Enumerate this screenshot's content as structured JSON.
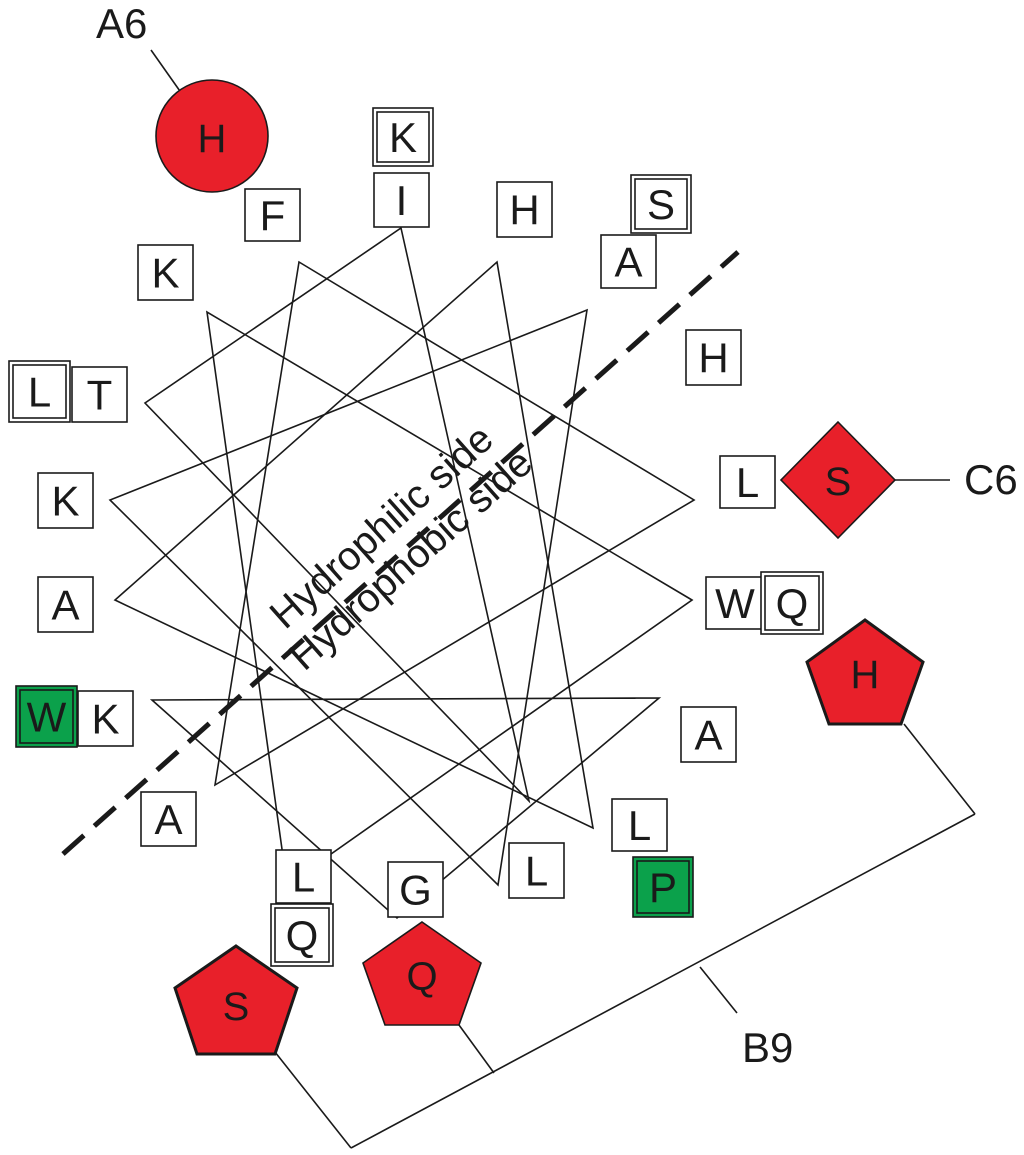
{
  "diagram": {
    "divider_labels": {
      "upper": "Hydrophilic side",
      "lower": "Hydrophobic side"
    },
    "residues": [
      {
        "name": "residue-K-top",
        "letter": "K",
        "style": "double"
      },
      {
        "name": "residue-I-top",
        "letter": "I",
        "style": "single"
      },
      {
        "name": "residue-F",
        "letter": "F",
        "style": "single"
      },
      {
        "name": "residue-H-top",
        "letter": "H",
        "style": "single"
      },
      {
        "name": "residue-S-top",
        "letter": "S",
        "style": "double"
      },
      {
        "name": "residue-A-top-right",
        "letter": "A",
        "style": "single"
      },
      {
        "name": "residue-K-upper-left",
        "letter": "K",
        "style": "single"
      },
      {
        "name": "residue-H-right",
        "letter": "H",
        "style": "single"
      },
      {
        "name": "residue-L-left",
        "letter": "L",
        "style": "double"
      },
      {
        "name": "residue-T-left",
        "letter": "T",
        "style": "single"
      },
      {
        "name": "residue-K-left",
        "letter": "K",
        "style": "single"
      },
      {
        "name": "residue-L-right",
        "letter": "L",
        "style": "single"
      },
      {
        "name": "residue-A-left",
        "letter": "A",
        "style": "single"
      },
      {
        "name": "residue-W-right",
        "letter": "W",
        "style": "single"
      },
      {
        "name": "residue-Q-right",
        "letter": "Q",
        "style": "double"
      },
      {
        "name": "residue-W-left",
        "letter": "W",
        "style": "green"
      },
      {
        "name": "residue-K-lower-left",
        "letter": "K",
        "style": "single"
      },
      {
        "name": "residue-A-lower-right",
        "letter": "A",
        "style": "single"
      },
      {
        "name": "residue-A-lower-left",
        "letter": "A",
        "style": "single"
      },
      {
        "name": "residue-L-lower-right",
        "letter": "L",
        "style": "single"
      },
      {
        "name": "residue-P",
        "letter": "P",
        "style": "green"
      },
      {
        "name": "residue-L-bottom-right",
        "letter": "L",
        "style": "single"
      },
      {
        "name": "residue-L-bottom-left",
        "letter": "L",
        "style": "single"
      },
      {
        "name": "residue-G",
        "letter": "G",
        "style": "single"
      },
      {
        "name": "residue-Q-bottom",
        "letter": "Q",
        "style": "double"
      }
    ],
    "markers": [
      {
        "name": "marker-circle-H",
        "shape": "circle",
        "letter": "H",
        "callout": "A6"
      },
      {
        "name": "marker-diamond-S",
        "shape": "diamond",
        "letter": "S",
        "callout": "C6"
      },
      {
        "name": "marker-pentagon-H",
        "shape": "pentagon",
        "letter": "H",
        "callout": ""
      },
      {
        "name": "marker-pentagon-S",
        "shape": "pentagon",
        "letter": "S",
        "callout": ""
      },
      {
        "name": "marker-pentagon-Q",
        "shape": "pentagon",
        "letter": "Q",
        "callout": ""
      }
    ],
    "bracket_label": "B9",
    "colors": {
      "marker_fill": "#e8202a",
      "green_fill": "#0ba14b",
      "line": "#1a1a1a",
      "box_fill": "#ffffff"
    }
  }
}
